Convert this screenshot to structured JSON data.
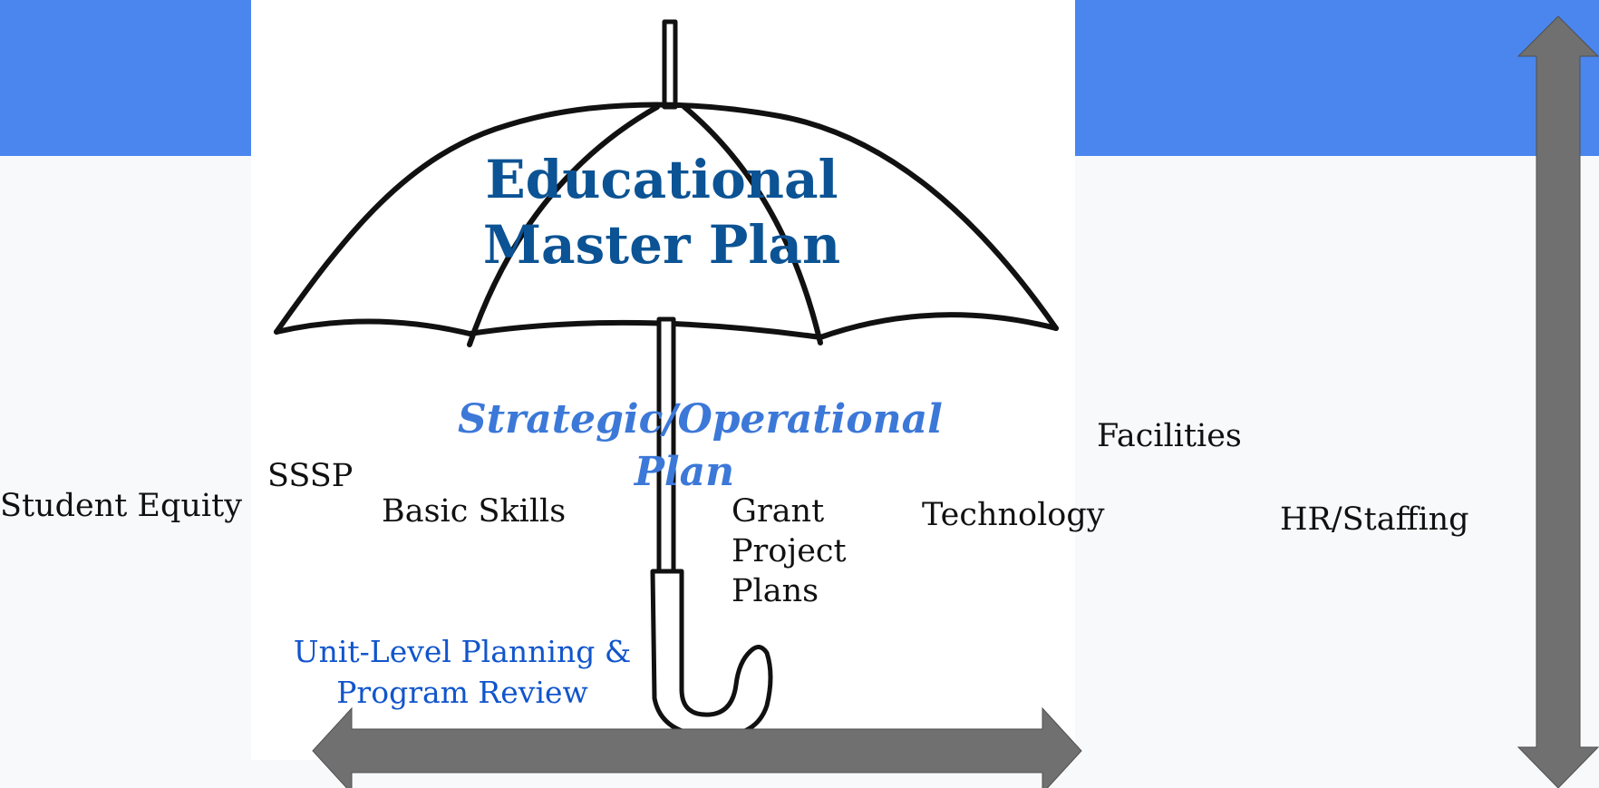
{
  "title": [
    "Educational",
    "Master Plan"
  ],
  "strategic_plan": [
    "Strategic/Operational",
    "Plan"
  ],
  "unit_level": [
    "Unit-Level Planning &",
    "Program Review"
  ],
  "plans": {
    "student_equity": "Student Equity",
    "sssp": "SSSP",
    "basic_skills": "Basic Skills",
    "grant_project_plans": [
      "Grant",
      "Project",
      "Plans"
    ],
    "technology": "Technology",
    "facilities": "Facilities",
    "hr_staffing": "HR/Staffing"
  },
  "colors": {
    "banner": "#4a86ee",
    "title": "#0b5394",
    "strategic": "#3c78d8",
    "unit_level": "#1155cc",
    "arrow": "#707070"
  }
}
